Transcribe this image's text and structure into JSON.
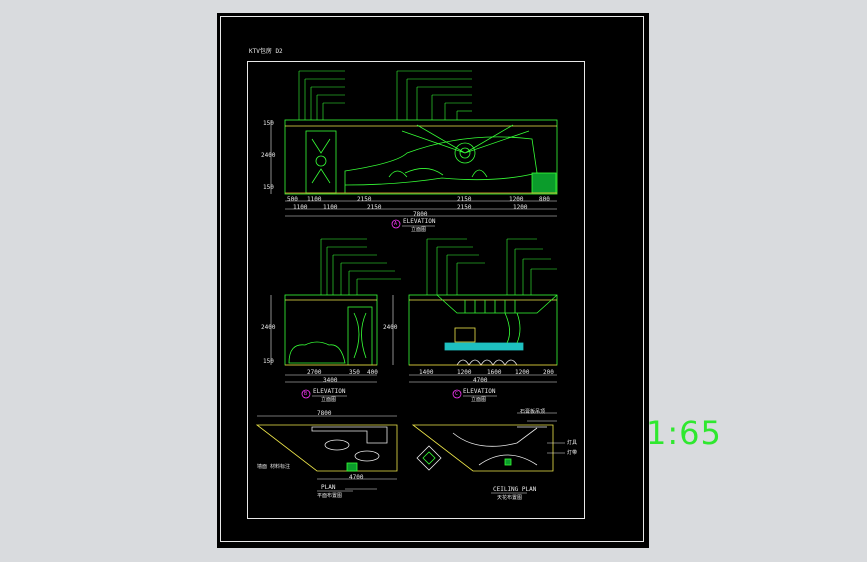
{
  "drawing": {
    "title_tag": "KTV包房  D2",
    "scale_text": "1:65",
    "colors": {
      "background": "#d9dbde",
      "sheet": "#000000",
      "line_green": "#36ff36",
      "line_yellow": "#f0e84a",
      "frame": "#e8e8e8",
      "marker": "#ff37ff"
    },
    "elevation_a": {
      "marker": "A",
      "title": "ELEVATION",
      "subtitle": "立面图",
      "height_dims": [
        "150",
        "2400",
        "150"
      ],
      "dims_top": [
        "500",
        "1100",
        "2150",
        "2150",
        "1200",
        "800"
      ],
      "dims_bottom": [
        "1100",
        "1100",
        "2150",
        "2150",
        "1200"
      ],
      "total": "7800"
    },
    "elevation_b": {
      "marker": "B",
      "title": "ELEVATION",
      "subtitle": "立面图",
      "height_dims": [
        "2400",
        "150"
      ],
      "dims": [
        "2700",
        "350",
        "400"
      ],
      "total": "3400"
    },
    "elevation_c": {
      "marker": "C",
      "title": "ELEVATION",
      "subtitle": "立面图",
      "height_dims": [
        "2400"
      ],
      "dims": [
        "1400",
        "1200",
        "1600",
        "1200",
        "200"
      ],
      "total": "4700"
    },
    "plan": {
      "title": "PLAN",
      "subtitle": "平面布置图",
      "top_dim": "7800",
      "bottom_dim": "4700",
      "side_note": "墙面 材料标注"
    },
    "ceiling_plan": {
      "title": "CEILING PLAN",
      "subtitle": "天花布置图",
      "notes": [
        "石膏板吊顶",
        "灯具",
        "灯带"
      ]
    }
  }
}
